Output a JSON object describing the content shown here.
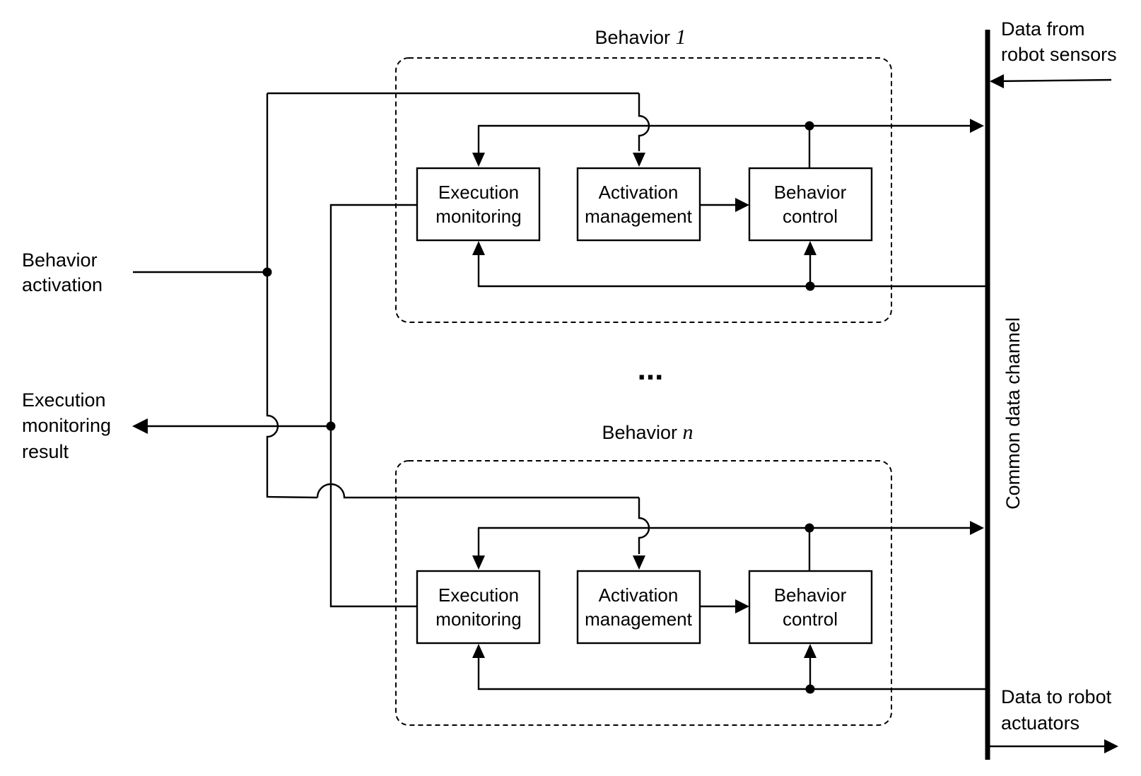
{
  "labels": {
    "behavior_activation": [
      "Behavior",
      "activation"
    ],
    "execution_result": [
      "Execution",
      "monitoring",
      "result"
    ],
    "data_from_sensors": [
      "Data from",
      "robot sensors"
    ],
    "data_to_actuators": [
      "Data to robot",
      "actuators"
    ],
    "common_channel": "Common data channel",
    "ellipsis": "..."
  },
  "behaviors": [
    {
      "title_text": "Behavior ",
      "title_index": "1",
      "execution_monitoring": [
        "Execution",
        "monitoring"
      ],
      "activation_management": [
        "Activation",
        "management"
      ],
      "behavior_control": [
        "Behavior",
        "control"
      ]
    },
    {
      "title_text": "Behavior ",
      "title_index": "n",
      "execution_monitoring": [
        "Execution",
        "monitoring"
      ],
      "activation_management": [
        "Activation",
        "management"
      ],
      "behavior_control": [
        "Behavior",
        "control"
      ]
    }
  ]
}
